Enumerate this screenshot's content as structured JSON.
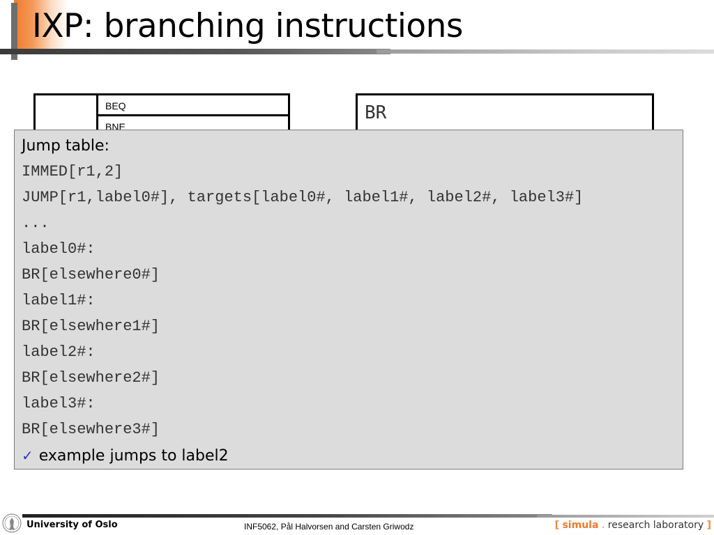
{
  "title": "IXP: branching instructions",
  "table": {
    "rows": [
      "BEQ",
      "BNE"
    ]
  },
  "br_box": "BR",
  "overlay": {
    "heading": "Jump table:",
    "code_lines": [
      "IMMED[r1,2]",
      "JUMP[r1,label0#], targets[label0#, label1#, label2#, label3#]",
      "...",
      "label0#:",
      "BR[elsewhere0#]",
      "label1#:",
      "BR[elsewhere1#]",
      "label2#:",
      "BR[elsewhere2#]",
      "label3#:",
      "BR[elsewhere3#]"
    ],
    "bullet_icon": "checkmark-icon",
    "bullet_text": "example jumps to label2"
  },
  "footer": {
    "university": "University of Oslo",
    "course": "INF5062, Pål Halvorsen and Carsten Griwodz",
    "lab_open": "[",
    "lab_brand": "simula",
    "lab_dot": ".",
    "lab_rest": "research laboratory",
    "lab_close": "]",
    "seal_icon": "university-seal-icon"
  },
  "colors": {
    "accent": "#f07a2a",
    "panel": "#dcdcdc",
    "check": "#3030c8"
  }
}
